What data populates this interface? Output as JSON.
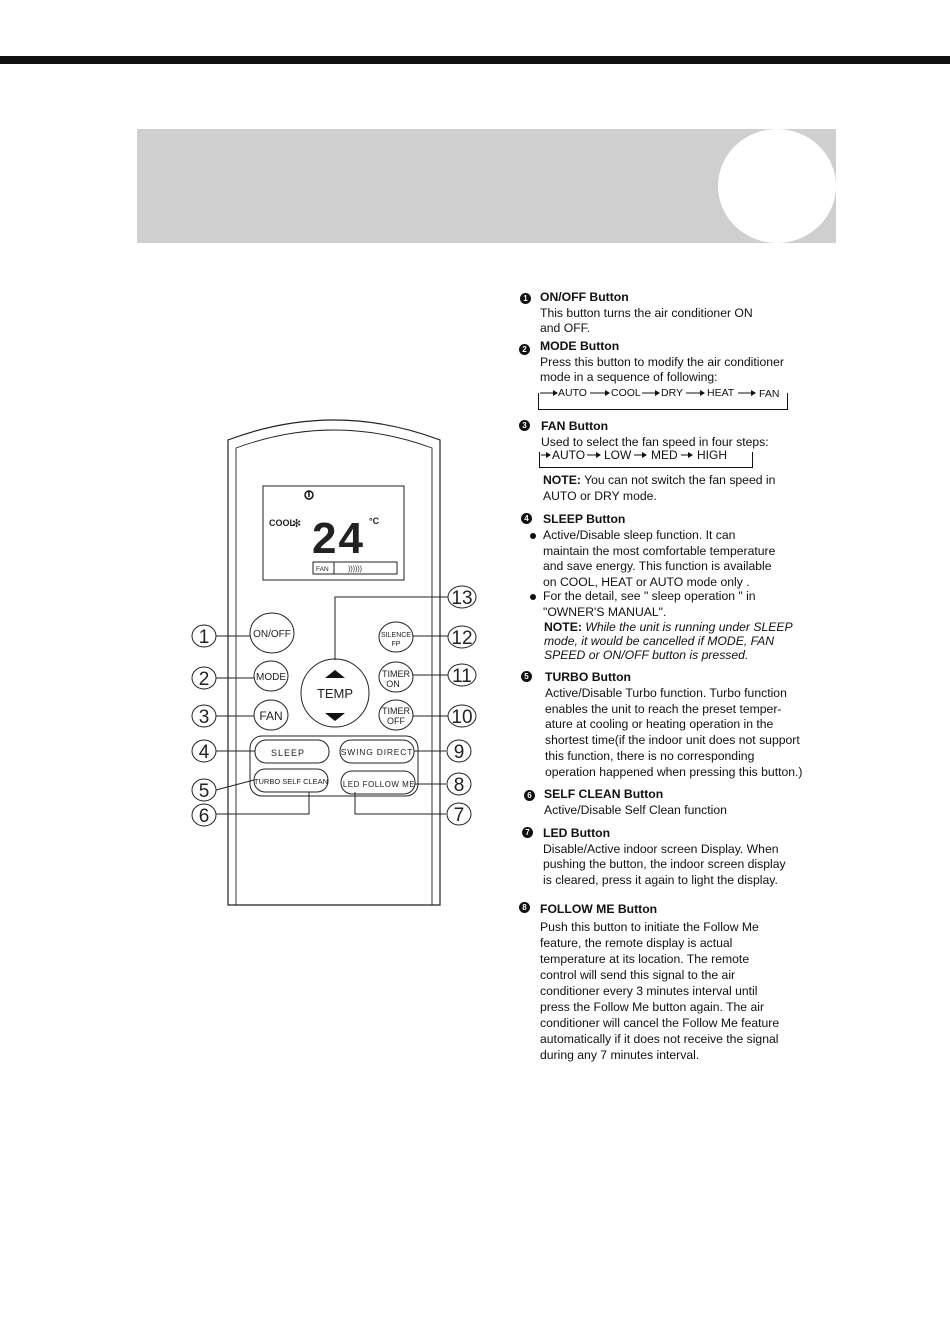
{
  "remote": {
    "display": {
      "mode": "COOL",
      "temp": "24",
      "unit": "°C",
      "fan_label": "FAN"
    },
    "buttons": {
      "onoff": "ON/OFF",
      "mode": "MODE",
      "fan": "FAN",
      "temp": "TEMP",
      "silence_1": "SILENCE",
      "silence_2": "FP",
      "timer_on_1": "TIMER",
      "timer_on_2": "ON",
      "timer_off_1": "TIMER",
      "timer_off_2": "OFF",
      "sleep": "SLEEP",
      "swing": "SWING  DIRECT",
      "turbo": "TURBO SELF CLEAN",
      "led": "LED  FOLLOW ME"
    },
    "callouts": [
      "1",
      "2",
      "3",
      "4",
      "5",
      "6",
      "7",
      "8",
      "9",
      "10",
      "11",
      "12",
      "13"
    ]
  },
  "items": {
    "onoff": {
      "num": "1",
      "title": "ON/OFF Button",
      "lines": [
        "This button turns the air conditioner ON",
        "and OFF."
      ]
    },
    "mode": {
      "num": "2",
      "title": "MODE  Button",
      "lines": [
        "Press this button to modify the air conditioner",
        "mode in a sequence of  following:"
      ],
      "seq": [
        "AUTO",
        "COOL",
        "DRY",
        "HEAT",
        "FAN"
      ]
    },
    "fan": {
      "num": "3",
      "title": "FAN Button",
      "lines": [
        "Used to select the fan speed in four steps:"
      ],
      "seq": [
        "AUTO",
        "LOW",
        "MED",
        "HIGH"
      ],
      "note_label": "NOTE:",
      "note_lines": [
        "You can not switch the fan speed in",
        "AUTO or DRY mode."
      ]
    },
    "sleep": {
      "num": "4",
      "title": "SLEEP Button",
      "b1": [
        "Active/Disable sleep function. It can",
        "maintain the most comfortable temperature",
        "and save energy. This function is available",
        "on COOL, HEAT or AUTO mode only ."
      ],
      "b2": [
        "For the detail, see \" sleep operation \" in",
        "\"OWNER'S MANUAL\"."
      ],
      "note_label": "NOTE:",
      "note_lines": [
        "While the unit is running under SLEEP",
        "mode, it would be cancelled if MODE, FAN",
        "SPEED or ON/OFF button is pressed."
      ]
    },
    "turbo": {
      "num": "5",
      "title": "TURBO Button",
      "lines": [
        "Active/Disable Turbo function. Turbo function",
        "enables the unit to reach the preset temper-",
        "ature at cooling or heating operation in the",
        "shortest time(if the indoor unit does not support",
        "this function, there is no corresponding",
        "operation happened when pressing this button.)"
      ]
    },
    "selfclean": {
      "num": "6",
      "title": "SELF CLEAN  Button",
      "lines": [
        "Active/Disable Self Clean function"
      ]
    },
    "led": {
      "num": "7",
      "title": "LED Button",
      "lines": [
        "Disable/Active indoor screen Display. When",
        "pushing the button, the indoor screen display",
        "is cleared, press it again to light the display."
      ]
    },
    "followme": {
      "num": "8",
      "title": "FOLLOW ME Button",
      "lines": [
        "Push this button to initiate the Follow Me",
        "feature, the remote display is actual",
        "temperature at its location. The remote",
        "control will send this signal to the air",
        "conditioner every 3 minutes interval until",
        "press the Follow Me button again. The air",
        "conditioner will cancel the Follow Me feature",
        "automatically if it does not  receive the signal",
        "during any 7 minutes interval."
      ]
    }
  }
}
